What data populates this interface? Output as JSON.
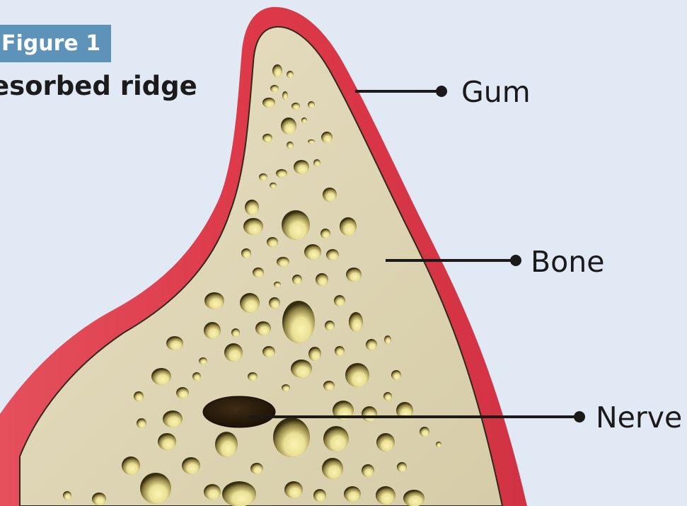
{
  "figure": {
    "badge": "Figure 1",
    "title": "esorbed ridge"
  },
  "labels": {
    "gum": "Gum",
    "bone": "Bone",
    "nerve": "Nerve"
  },
  "colors": {
    "background": "#e1e9f4",
    "gum": "#dc3c4c",
    "bone": "#ddd5b4",
    "pore_dark": "#3f3715",
    "pore_light": "#f4eca6",
    "nerve": "#2a1d0d",
    "badge": "#5e93b9"
  }
}
